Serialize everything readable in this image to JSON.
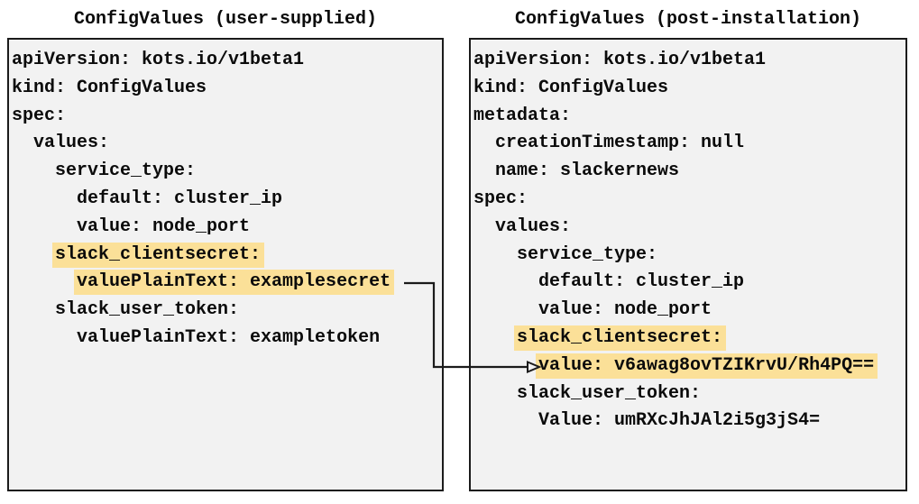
{
  "left_panel": {
    "title": "ConfigValues (user-supplied)",
    "lines": [
      {
        "indent": 0,
        "text": "apiVersion: kots.io/v1beta1",
        "highlight": false
      },
      {
        "indent": 0,
        "text": "kind: ConfigValues",
        "highlight": false
      },
      {
        "indent": 0,
        "text": "spec:",
        "highlight": false
      },
      {
        "indent": 2,
        "text": "values:",
        "highlight": false
      },
      {
        "indent": 4,
        "text": "service_type:",
        "highlight": false
      },
      {
        "indent": 6,
        "text": "default: cluster_ip",
        "highlight": false
      },
      {
        "indent": 6,
        "text": "value: node_port",
        "highlight": false
      },
      {
        "indent": 4,
        "text": "slack_clientsecret:",
        "highlight": true
      },
      {
        "indent": 6,
        "text": "valuePlainText: examplesecret",
        "highlight": true
      },
      {
        "indent": 4,
        "text": "slack_user_token:",
        "highlight": false
      },
      {
        "indent": 6,
        "text": "valuePlainText: exampletoken",
        "highlight": false
      }
    ]
  },
  "right_panel": {
    "title": "ConfigValues (post-installation)",
    "lines": [
      {
        "indent": 0,
        "text": "apiVersion: kots.io/v1beta1",
        "highlight": false
      },
      {
        "indent": 0,
        "text": "kind: ConfigValues",
        "highlight": false
      },
      {
        "indent": 0,
        "text": "metadata:",
        "highlight": false
      },
      {
        "indent": 2,
        "text": "creationTimestamp: null",
        "highlight": false
      },
      {
        "indent": 2,
        "text": "name: slackernews",
        "highlight": false
      },
      {
        "indent": 0,
        "text": "spec:",
        "highlight": false
      },
      {
        "indent": 2,
        "text": "values:",
        "highlight": false
      },
      {
        "indent": 4,
        "text": "service_type:",
        "highlight": false
      },
      {
        "indent": 6,
        "text": "default: cluster_ip",
        "highlight": false
      },
      {
        "indent": 6,
        "text": "value: node_port",
        "highlight": false
      },
      {
        "indent": 4,
        "text": "slack_clientsecret:",
        "highlight": true
      },
      {
        "indent": 6,
        "text": "value: v6awag8ovTZIKrvU/Rh4PQ==",
        "highlight": true
      },
      {
        "indent": 4,
        "text": "slack_user_token:",
        "highlight": false
      },
      {
        "indent": 6,
        "text": "Value: umRXcJhJAl2i5g3jS4=",
        "highlight": false
      }
    ]
  },
  "arrow": {
    "from_line": "valuePlainText: examplesecret",
    "to_line": "value: v6awag8ovTZIKrvU/Rh4PQ=="
  },
  "colors": {
    "highlight": "#FBE098",
    "box_bg": "#F2F2F2",
    "border": "#1B1B1B",
    "arrow": "#1B1B1B"
  }
}
